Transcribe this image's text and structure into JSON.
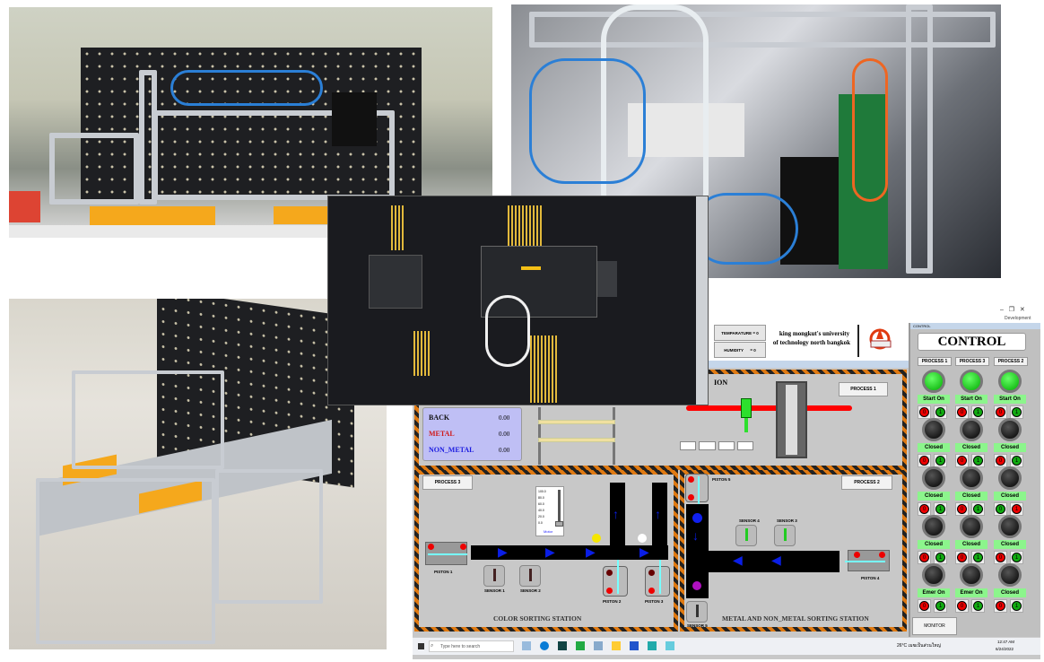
{
  "scada": {
    "window_label": "Development",
    "temperature": "TEMPARATURE = 0",
    "humidity": "HUMIDITY      = 0",
    "university_line1": "king mongkut's university",
    "university_line2": "of technology north bangkok",
    "top_station_label_partial": "ION",
    "process1_button": "PROCESS 1",
    "process2_button": "PROCESS 2",
    "process3_button": "PROCESS 3",
    "counters": [
      {
        "label": "BACK",
        "value": "0.00",
        "color": "#111111"
      },
      {
        "label": "METAL",
        "value": "0.00",
        "color": "#d01818"
      },
      {
        "label": "NON_METAL",
        "value": "0.00",
        "color": "#1a1ae0"
      }
    ],
    "slider": {
      "ticks": [
        "100.0",
        "80.0",
        "60.0",
        "40.0",
        "20.0",
        "0.0"
      ],
      "label": "Motor",
      "value": 0
    },
    "color_station": {
      "title": "COLOR SORTING STATION",
      "piston1": "PISTON 1",
      "piston2": "PISTON 2",
      "piston3": "PISTON 3",
      "sensor1": "SENSOR 1",
      "sensor2": "SENSOR 2"
    },
    "metal_station": {
      "title": "METAL AND NON_METAL SORTING STATION",
      "piston4": "PISTON 4",
      "piston5": "PISTON 5",
      "sensor3": "SENSOR 3",
      "sensor4": "SENSOR 4",
      "sensor5": "SENSOR 5"
    },
    "control": {
      "panel_caption": "CONTROL",
      "title": "CONTROL",
      "process_buttons": [
        "PROCESS 1",
        "PROCESS 3",
        "PROCESS 2"
      ],
      "rows": [
        {
          "lamp": "green",
          "status": [
            "Start On",
            "Start On",
            "Start On"
          ]
        },
        {
          "lamp": "black",
          "status": [
            "Closed",
            "Closed",
            "Closed"
          ]
        },
        {
          "lamp": "black",
          "status": [
            "Closed",
            "Closed",
            "Closed"
          ]
        },
        {
          "lamp": "black",
          "status": [
            "Closed",
            "Closed",
            "Closed"
          ]
        },
        {
          "lamp": "black",
          "status": [
            "Emer On",
            "Emer On",
            "Closed"
          ]
        }
      ],
      "off_label": "0",
      "on_label": "1",
      "monitor_button": "MONITOR"
    },
    "taskbar": {
      "search_placeholder": "Type here to search",
      "weather": "26°C เมฆเป็นส่วนใหญ่",
      "time": "12:47 AM",
      "date": "6/24/2022"
    }
  }
}
